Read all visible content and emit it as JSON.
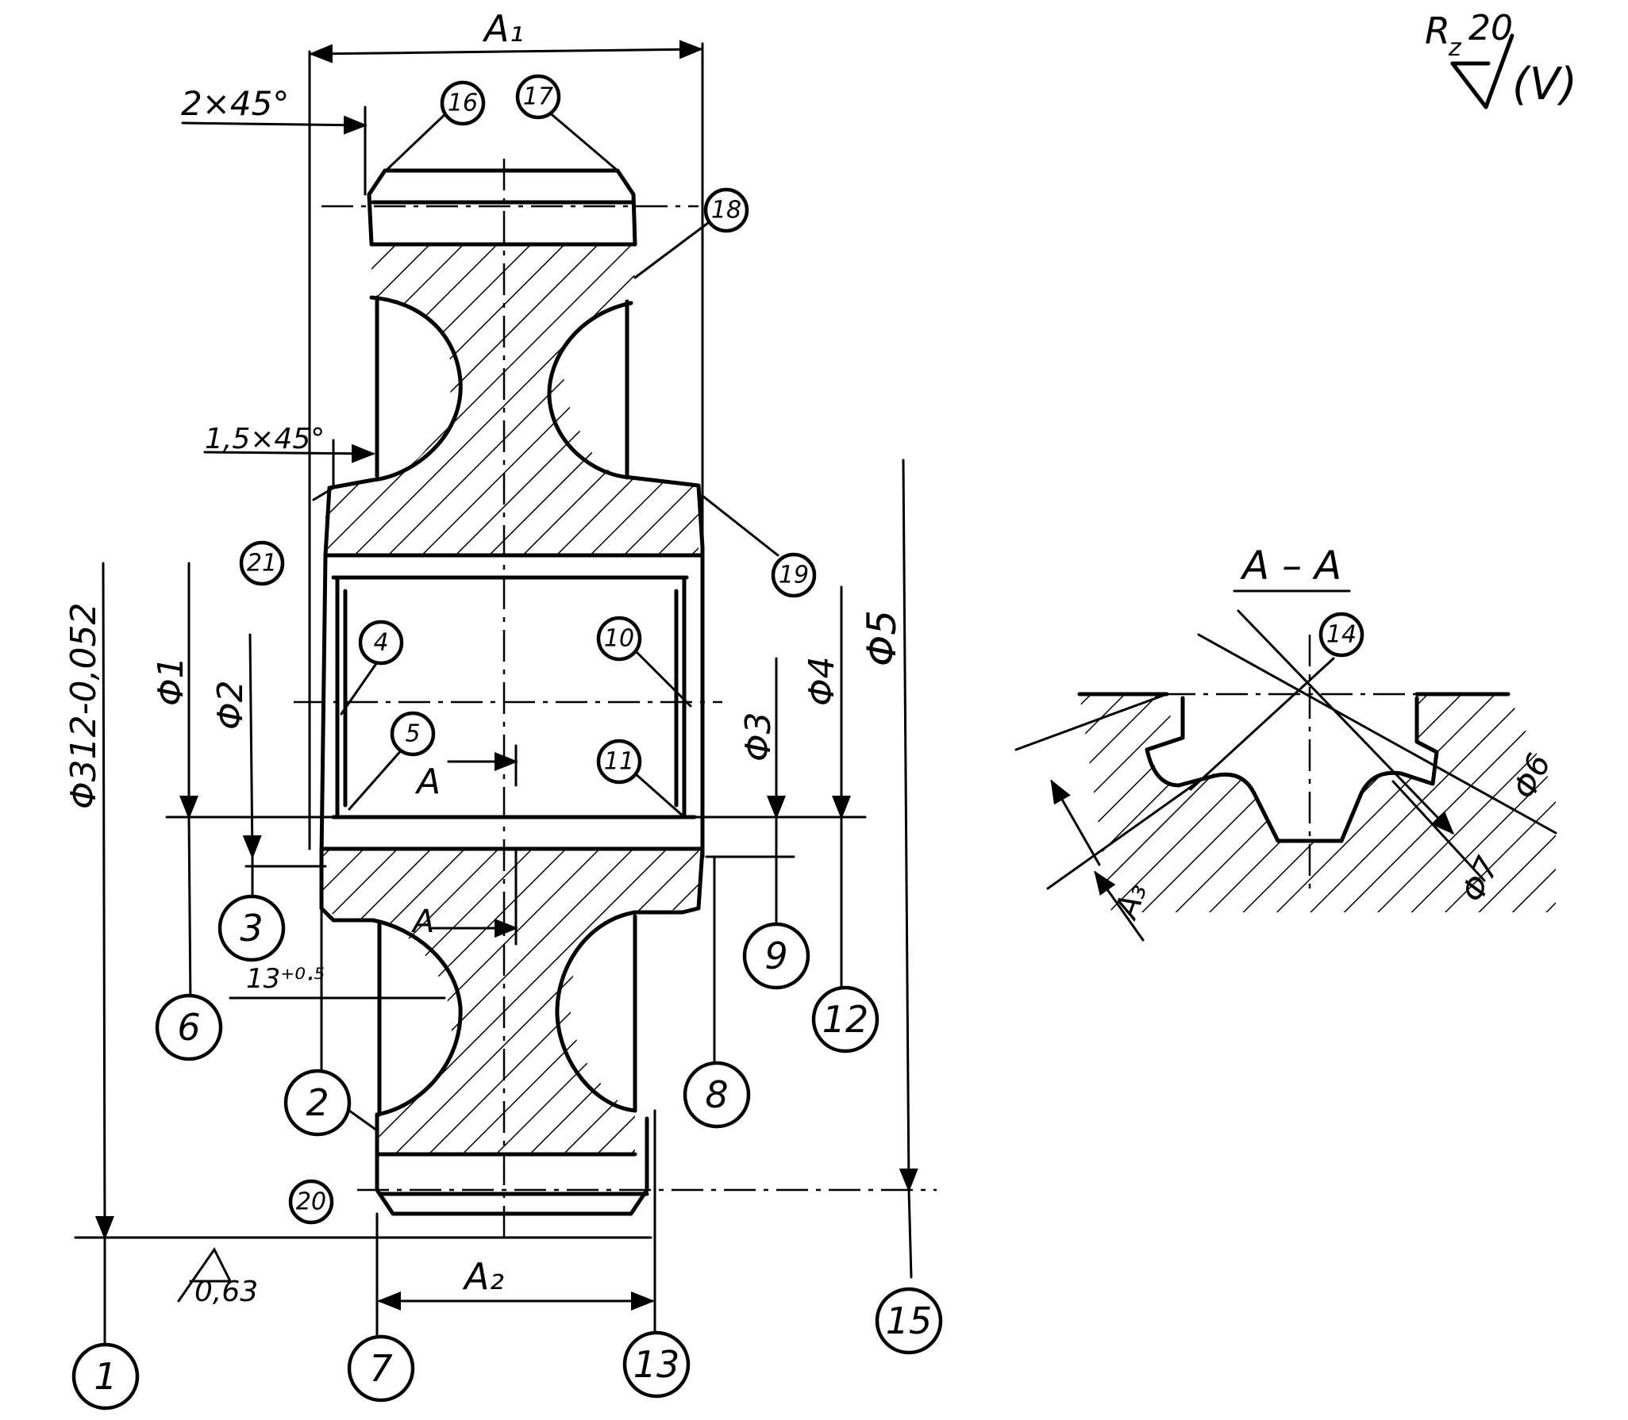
{
  "roughness": {
    "rz": "R",
    "z_sub": "z",
    "value": "20",
    "note": "(V)"
  },
  "dimensions": {
    "a1": "A₁",
    "a2": "A₂",
    "a3": "A₃",
    "chamfer_top": "2×45°",
    "chamfer_mid": "1,5×45°",
    "groove": "13⁺⁰·⁵",
    "outer_diameter": "Φ312-0,052",
    "d1": "Φ1",
    "d2": "Φ2",
    "d3": "Φ3",
    "d4": "Φ4",
    "d5": "Φ5",
    "d6": "Φ6",
    "d7": "Φ7",
    "roughness_base": "0,63"
  },
  "section": {
    "label": "A – A",
    "marker": "A"
  },
  "surface_numbers": [
    "1",
    "2",
    "3",
    "4",
    "5",
    "6",
    "7",
    "8",
    "9",
    "10",
    "11",
    "12",
    "13",
    "14",
    "15",
    "16",
    "17",
    "18",
    "19",
    "20",
    "21"
  ]
}
